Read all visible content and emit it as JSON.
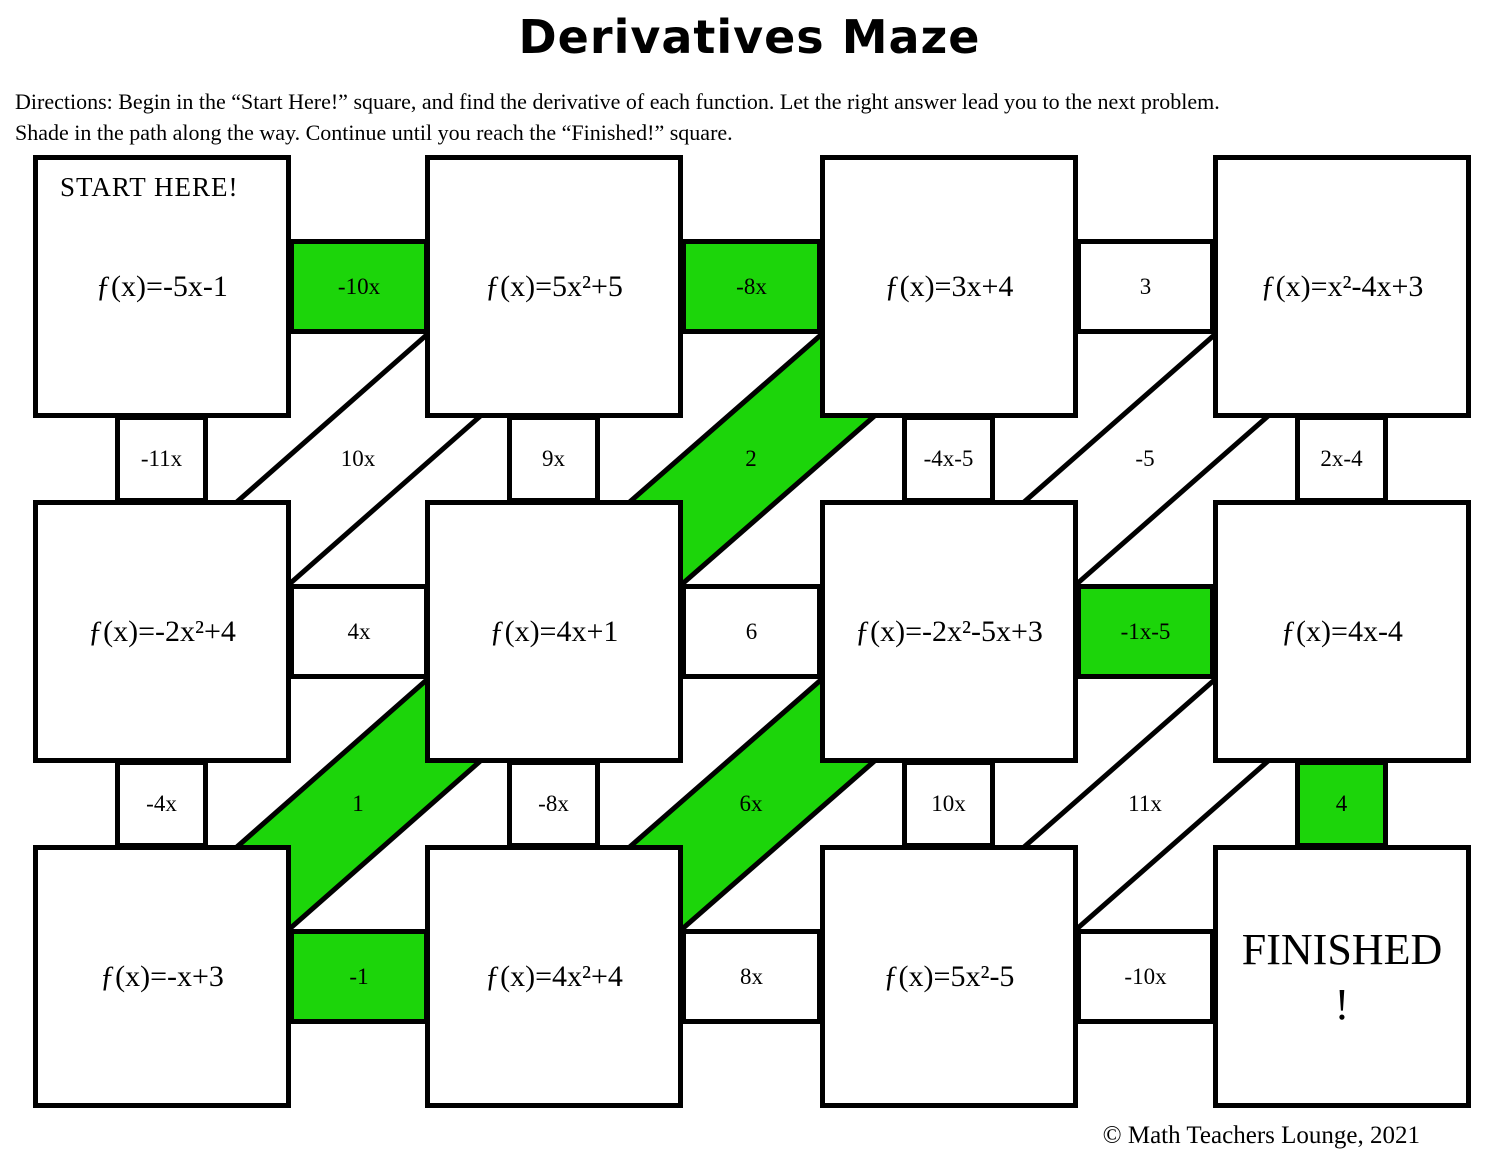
{
  "title": "Derivatives Maze",
  "directions": {
    "line1": "Directions: Begin in the “Start Here!” square, and find the derivative of each function. Let the right answer lead you to the next problem.",
    "line2": "Shade in the path along the way. Continue until you reach the “Finished!” square."
  },
  "copyright": "© Math Teachers Lounge, 2021",
  "colors": {
    "path_green": "#1CD50A",
    "ink": "#000000",
    "background": "#FFFFFF"
  },
  "boxes": {
    "r1c1": {
      "header": "START HERE!",
      "formula": "ƒ(x)=-5x-1"
    },
    "r1c2": {
      "formula": "ƒ(x)=5x²+5"
    },
    "r1c3": {
      "formula": "ƒ(x)=3x+4"
    },
    "r1c4": {
      "formula": "ƒ(x)=x²-4x+3"
    },
    "r2c1": {
      "formula": "ƒ(x)=-2x²+4"
    },
    "r2c2": {
      "formula": "ƒ(x)=4x+1"
    },
    "r2c3": {
      "formula": "ƒ(x)=-2x²-5x+3"
    },
    "r2c4": {
      "formula": "ƒ(x)=4x-4"
    },
    "r3c1": {
      "formula": "ƒ(x)=-x+3"
    },
    "r3c2": {
      "formula": "ƒ(x)=4x²+4"
    },
    "r3c3": {
      "formula": "ƒ(x)=5x²-5"
    },
    "r3c4": {
      "label_line1": "FINISHED",
      "label_line2": "!"
    }
  },
  "connectors": {
    "horizontal": [
      {
        "id": "h-row1-c1c2",
        "label": "-10x",
        "shaded": true
      },
      {
        "id": "h-row1-c2c3",
        "label": "-8x",
        "shaded": true
      },
      {
        "id": "h-row1-c3c4",
        "label": "3",
        "shaded": false
      },
      {
        "id": "h-row2-c1c2",
        "label": "4x",
        "shaded": false
      },
      {
        "id": "h-row2-c2c3",
        "label": "6",
        "shaded": false
      },
      {
        "id": "h-row2-c3c4",
        "label": "-1x-5",
        "shaded": true
      },
      {
        "id": "h-row3-c1c2",
        "label": "-1",
        "shaded": true
      },
      {
        "id": "h-row3-c2c3",
        "label": "8x",
        "shaded": false
      },
      {
        "id": "h-row3-c3c4",
        "label": "-10x",
        "shaded": false
      }
    ],
    "vertical": [
      {
        "id": "v-gap1-c1",
        "label": "-11x",
        "shaded": false
      },
      {
        "id": "v-gap1-c2",
        "label": "9x",
        "shaded": false
      },
      {
        "id": "v-gap1-c3",
        "label": "-4x-5",
        "shaded": false
      },
      {
        "id": "v-gap1-c4",
        "label": "2x-4",
        "shaded": false
      },
      {
        "id": "v-gap2-c1",
        "label": "-4x",
        "shaded": false
      },
      {
        "id": "v-gap2-c2",
        "label": "-8x",
        "shaded": false
      },
      {
        "id": "v-gap2-c3",
        "label": "10x",
        "shaded": false
      },
      {
        "id": "v-gap2-c4",
        "label": "4",
        "shaded": true
      }
    ],
    "diagonal": [
      {
        "id": "d-gap1-c1c2",
        "label": "10x",
        "shaded": false
      },
      {
        "id": "d-gap1-c2c3",
        "label": "2",
        "shaded": true
      },
      {
        "id": "d-gap1-c3c4",
        "label": "-5",
        "shaded": false
      },
      {
        "id": "d-gap2-c1c2",
        "label": "1",
        "shaded": true
      },
      {
        "id": "d-gap2-c2c3",
        "label": "6x",
        "shaded": true
      },
      {
        "id": "d-gap2-c3c4",
        "label": "11x",
        "shaded": false
      }
    ]
  }
}
